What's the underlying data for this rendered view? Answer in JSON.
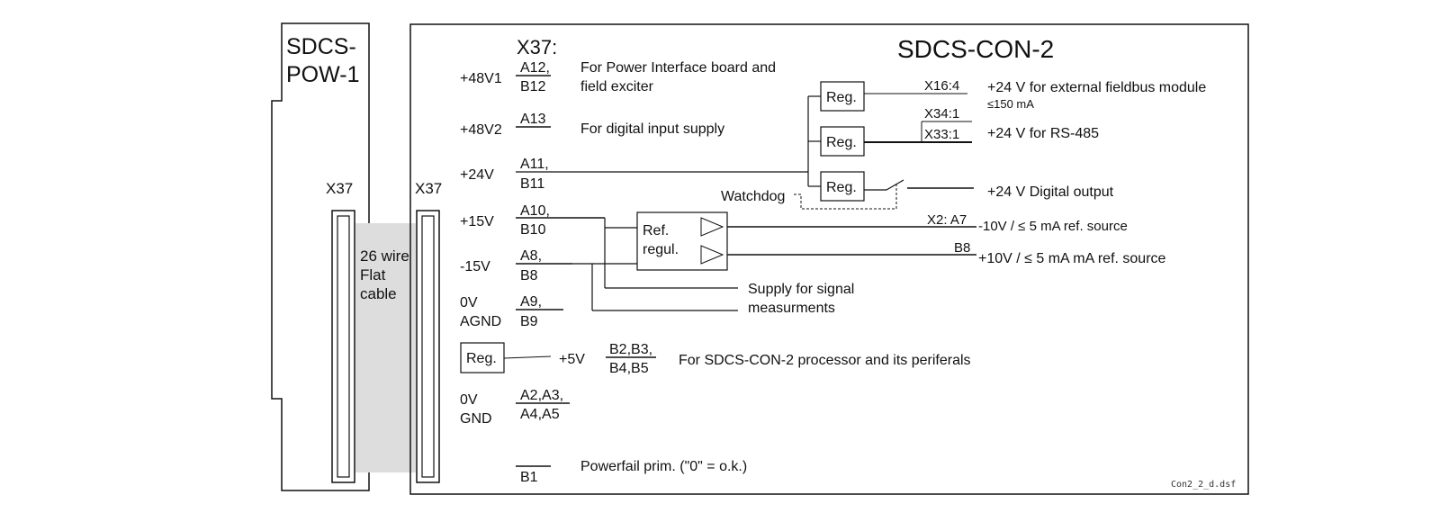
{
  "left_block": {
    "title_line1": "SDCS-",
    "title_line2": "POW-1",
    "connector": "X37"
  },
  "cable": {
    "line1": "26 wire",
    "line2": "Flat",
    "line3": "cable"
  },
  "right_block": {
    "title": "SDCS-CON-2",
    "connector": "X37",
    "connector_heading": "X37:",
    "file_tag": "Con2_2_d.dsf"
  },
  "rails": {
    "p48v1": "+48V1",
    "p48v2": "+48V2",
    "p24v": "+24V",
    "p15v": "+15V",
    "m15v": "-15V",
    "zero_v_a": "0V",
    "agnd": "AGND",
    "p5v": "+5V",
    "zero_v_b": "0V",
    "gnd": "GND"
  },
  "pins": {
    "a12": "A12,",
    "b12": "B12",
    "a13": "A13",
    "a11": "A11,",
    "b11": "B11",
    "a10": "A10,",
    "b10": "B10",
    "a8": "A8,",
    "b8": "B8",
    "a9": "A9,",
    "b9": "B9",
    "b2b3": "B2,B3,",
    "b4b5": "B4,B5",
    "a2a3": "A2,A3,",
    "a4a5": "A4,A5",
    "b1": "B1"
  },
  "descriptions": {
    "power_interface_1": "For Power Interface board  and",
    "power_interface_2": "field exciter",
    "digital_input": "For digital input supply",
    "supply_signal_1": "Supply for signal",
    "supply_signal_2": "measurments",
    "processor": "For SDCS-CON-2 processor and its periferals",
    "powerfail": "Powerfail prim. (\"0\" = o.k.)"
  },
  "regulators": {
    "reg": "Reg.",
    "ref_line1": "Ref.",
    "ref_line2": "regul.",
    "watchdog": "Watchdog"
  },
  "outputs": {
    "x16_4": "X16:4",
    "fieldbus": "+24 V for external fieldbus module",
    "fieldbus_limit": "≤150 mA",
    "x34_1": "X34:1",
    "x33_1": "X33:1",
    "rs485": "+24 V for RS-485",
    "digital_output": "+24 V Digital output",
    "x2_a7": "X2: A7",
    "neg_ref": "-10V / ≤ 5 mA ref.  source",
    "b8_out": "B8",
    "pos_ref": "+10V / ≤ 5 mA mA ref. source"
  }
}
